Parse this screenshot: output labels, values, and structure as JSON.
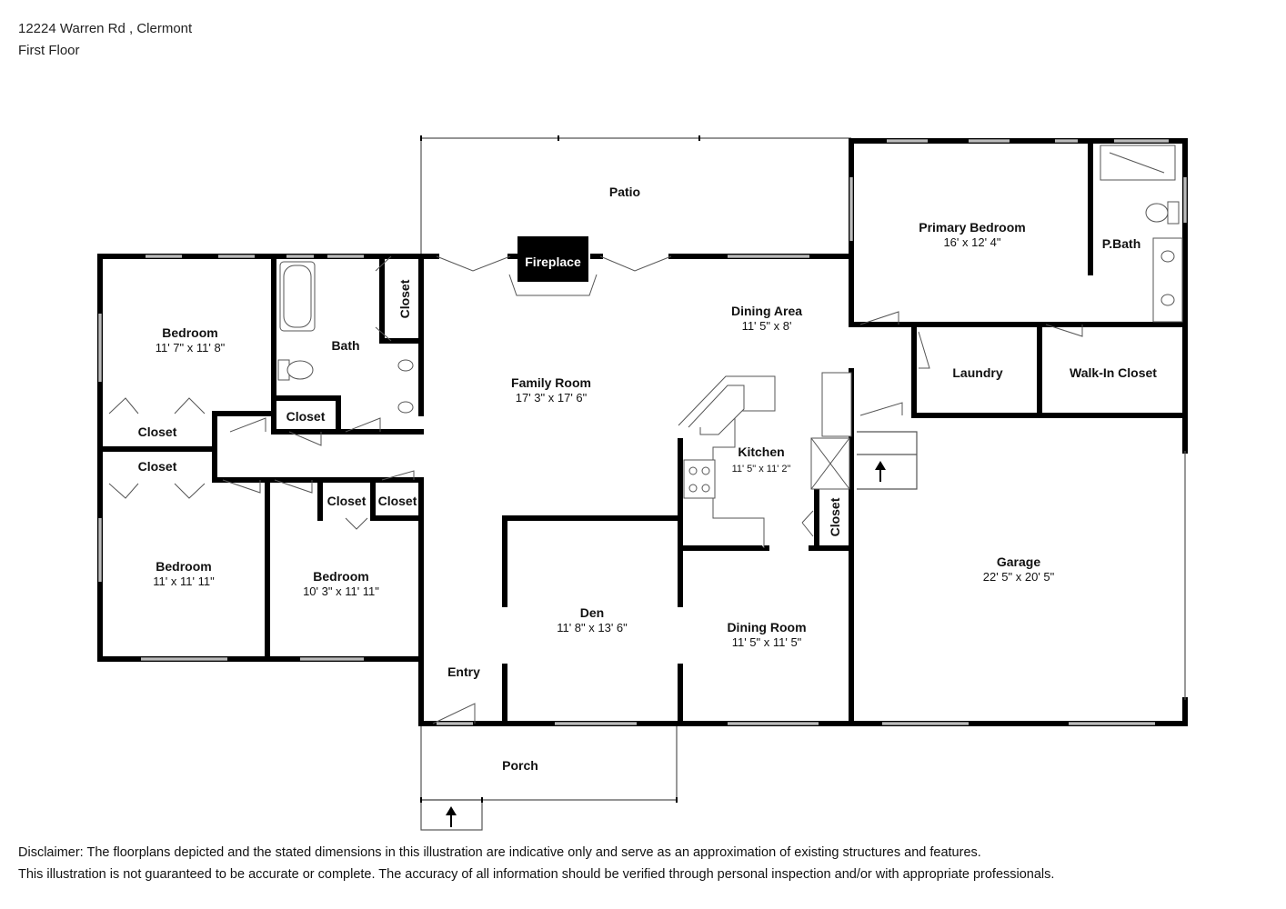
{
  "header": {
    "address": "12224 Warren Rd , Clermont",
    "floor": "First Floor"
  },
  "rooms": {
    "patio": {
      "name": "Patio"
    },
    "fireplace": {
      "name": "Fireplace"
    },
    "primary_bedroom": {
      "name": "Primary Bedroom",
      "dims": "16' x 12' 4\""
    },
    "pbath": {
      "name": "P.Bath"
    },
    "dining_area": {
      "name": "Dining Area",
      "dims": "11' 5\" x 8'"
    },
    "bedroom1": {
      "name": "Bedroom",
      "dims": "11' 7\" x 11' 8\""
    },
    "bath": {
      "name": "Bath"
    },
    "closet_bath": {
      "name": "Closet"
    },
    "family_room": {
      "name": "Family Room",
      "dims": "17' 3\" x 17' 6\""
    },
    "laundry": {
      "name": "Laundry"
    },
    "walkin_closet": {
      "name": "Walk-In Closet"
    },
    "closet_bed1": {
      "name": "Closet"
    },
    "closet_hall": {
      "name": "Closet"
    },
    "kitchen": {
      "name": "Kitchen",
      "dims": "11' 5\" x 11' 2\""
    },
    "closet_bed2": {
      "name": "Closet"
    },
    "closet_a": {
      "name": "Closet"
    },
    "closet_b": {
      "name": "Closet"
    },
    "closet_kitchen": {
      "name": "Closet"
    },
    "garage": {
      "name": "Garage",
      "dims": "22' 5\" x 20' 5\""
    },
    "bedroom2": {
      "name": "Bedroom",
      "dims": "11' x 11' 11\""
    },
    "bedroom3": {
      "name": "Bedroom",
      "dims": "10' 3\" x 11' 11\""
    },
    "den": {
      "name": "Den",
      "dims": "11' 8\" x 13' 6\""
    },
    "dining_room": {
      "name": "Dining Room",
      "dims": "11' 5\" x 11' 5\""
    },
    "entry": {
      "name": "Entry"
    },
    "porch": {
      "name": "Porch"
    }
  },
  "disclaimer": {
    "line1": "Disclaimer: The floorplans depicted and the stated dimensions in this illustration are indicative only and serve as an approximation of existing structures and features.",
    "line2": "This illustration is not guaranteed to be accurate or complete. The accuracy of all information should be verified through personal inspection and/or with appropriate professionals."
  }
}
